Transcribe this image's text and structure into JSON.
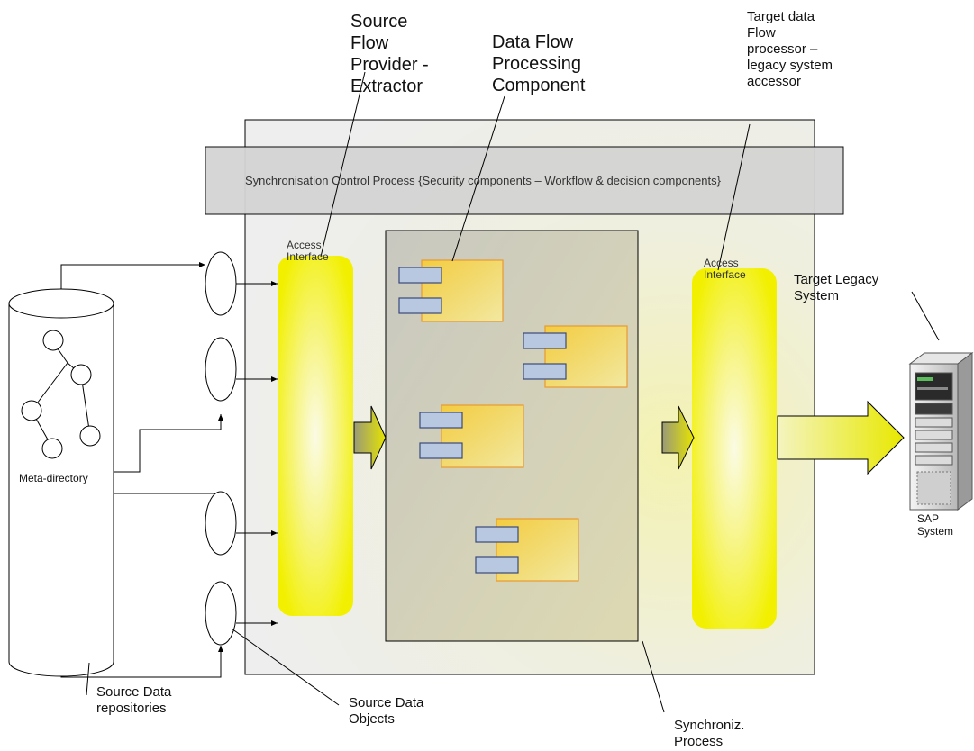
{
  "labels": {
    "source_flow_provider": "Source\nFlow\nProvider -\nExtractor",
    "data_flow_processing": "Data Flow\nProcessing\nComponent",
    "target_data_flow": "Target data\nFlow\nprocessor –\nlegacy system\naccessor",
    "control_process": "Synchronisation Control Process {Security components – Workflow & decision components}",
    "access_interface_left": "Access\nInterface",
    "access_interface_right": "Access\nInterface",
    "target_legacy_system": "Target Legacy\nSystem",
    "sap_system": "SAP System",
    "meta_directory": "Meta-directory",
    "source_data_repositories": "Source Data\nrepositories",
    "source_data_objects": "Source Data\nObjects",
    "synchroniz_process": "Synchroniz.\nProcess"
  },
  "colors": {
    "yellow": "#f5f500",
    "component_fill": "#f0d040",
    "component_border": "#e89a30",
    "port_fill": "#b8c8e0",
    "port_border": "#3a4a7a",
    "panel_gray": "#d8d8d8"
  },
  "icons": {
    "server": "server-tower-icon",
    "arrow": "block-arrow-icon"
  }
}
